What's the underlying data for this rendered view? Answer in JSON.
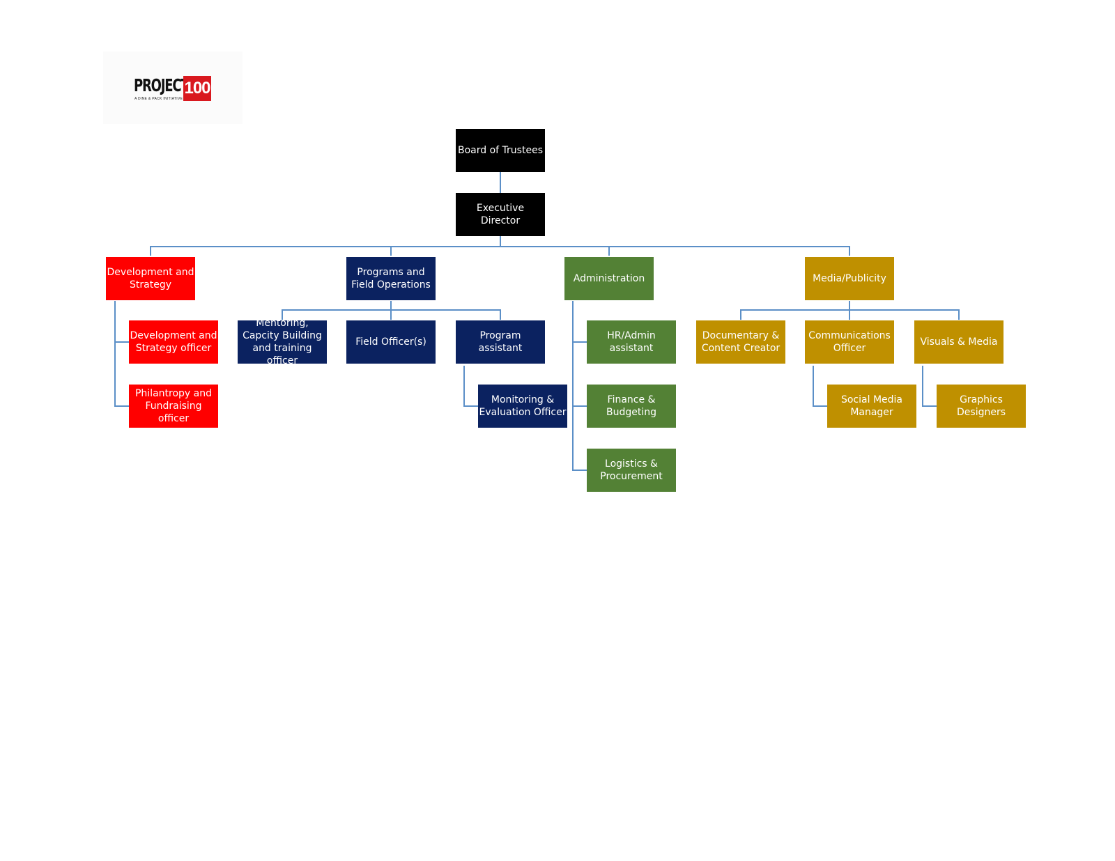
{
  "logo": {
    "word": "PROJECT",
    "number": "100",
    "tagline": "A DINE & PACK INITIATIVE",
    "accent_color": "#d9191f"
  },
  "colors": {
    "leadership": "#000000",
    "development": "#ff0000",
    "programs": "#0b2260",
    "administration": "#538135",
    "media": "#bf9000",
    "connector": "#5b8fc7"
  },
  "org": {
    "board": "Board of Trustees",
    "executive": "Executive Director",
    "development": {
      "head": "Development and Strategy",
      "members": [
        "Development and Strategy officer",
        "Philantropy and Fundraising officer"
      ]
    },
    "programs": {
      "head": "Programs and Field Operations",
      "members": [
        "Mentoring, Capcity Building and training officer",
        "Field Officer(s)",
        "Program assistant"
      ],
      "sub": "Monitoring & Evaluation Officer"
    },
    "administration": {
      "head": "Administration",
      "members": [
        "HR/Admin assistant",
        "Finance & Budgeting",
        "Logistics & Procurement"
      ]
    },
    "media": {
      "head": "Media/Publicity",
      "members": [
        "Documentary & Content Creator",
        "Communications Officer",
        "Visuals & Media"
      ],
      "sub_communications": "Social Media Manager",
      "sub_visuals": "Graphics Designers"
    }
  }
}
